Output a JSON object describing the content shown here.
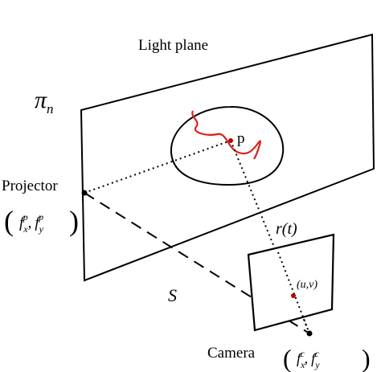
{
  "diagram": {
    "light_plane_label": "Light plane",
    "plane_symbol": "π",
    "plane_subscript": "n",
    "point_label": "p",
    "projector_label": "Projector",
    "projector_params": {
      "f": "f",
      "x_sub": "x",
      "y_sub": "y",
      "sup": "p"
    },
    "ray_label": "r(t)",
    "pixel_label": "(u,v)",
    "baseline_label": "S",
    "camera_label": "Camera",
    "camera_params": {
      "f": "f",
      "x_sub": "x",
      "y_sub": "y",
      "sup": "c"
    },
    "colors": {
      "ink": "#000000",
      "curve": "#e0201b",
      "point": "#c00000"
    }
  }
}
